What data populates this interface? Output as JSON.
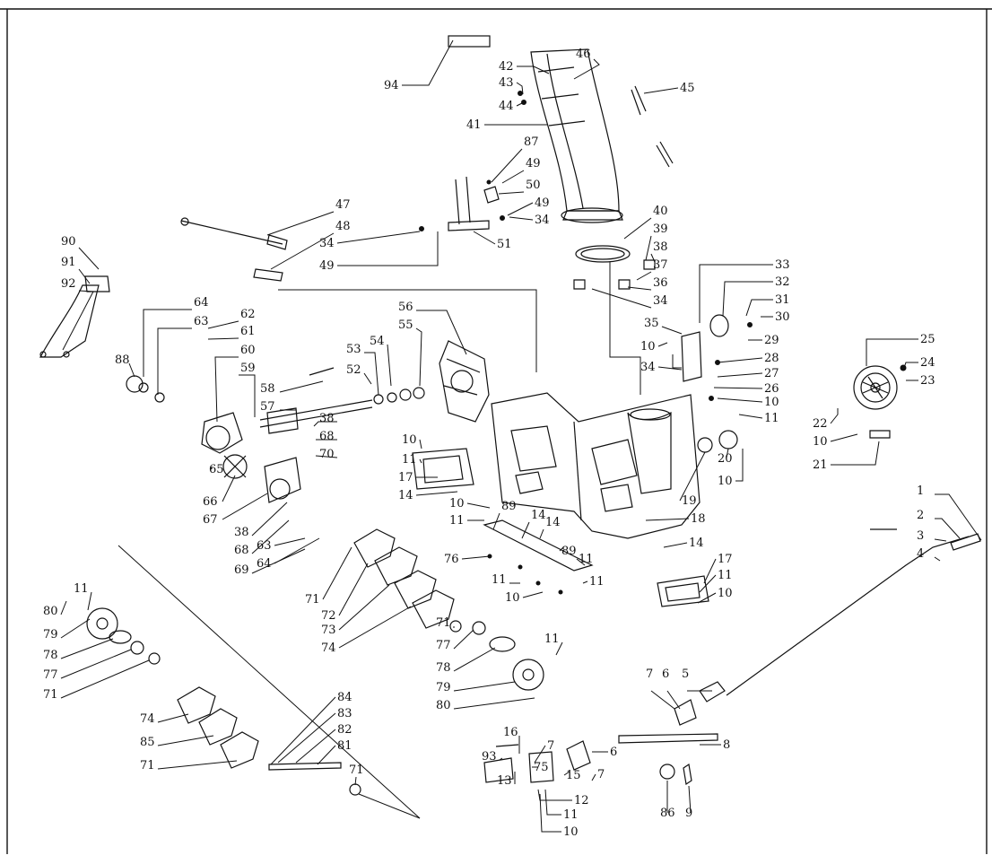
{
  "diagram": {
    "type": "exploded-parts-diagram",
    "callouts": [
      "1",
      "2",
      "3",
      "4",
      "5",
      "6",
      "7",
      "8",
      "9",
      "10",
      "11",
      "12",
      "13",
      "14",
      "15",
      "16",
      "17",
      "18",
      "19",
      "20",
      "21",
      "22",
      "23",
      "24",
      "25",
      "26",
      "27",
      "28",
      "29",
      "30",
      "31",
      "32",
      "33",
      "34",
      "35",
      "36",
      "37",
      "38",
      "39",
      "40",
      "41",
      "42",
      "43",
      "44",
      "45",
      "46",
      "47",
      "48",
      "49",
      "50",
      "51",
      "52",
      "53",
      "54",
      "55",
      "56",
      "57",
      "58",
      "59",
      "60",
      "61",
      "62",
      "63",
      "64",
      "65",
      "66",
      "67",
      "68",
      "69",
      "70",
      "71",
      "72",
      "73",
      "74",
      "75",
      "76",
      "77",
      "78",
      "79",
      "80",
      "81",
      "82",
      "83",
      "84",
      "85",
      "86",
      "87",
      "88",
      "89",
      "90",
      "91",
      "92",
      "93",
      "94"
    ]
  }
}
